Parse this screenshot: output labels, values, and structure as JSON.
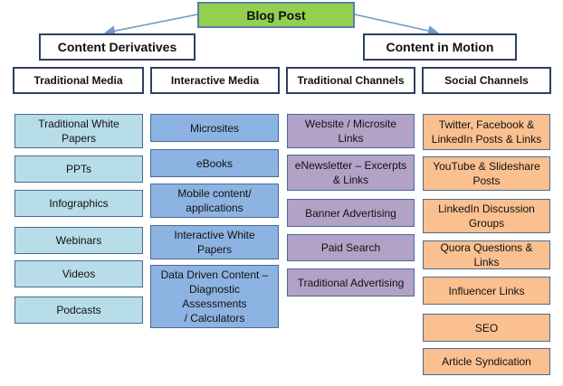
{
  "root": "Blog Post",
  "branches": [
    {
      "label": "Content Derivatives",
      "columns": [
        {
          "label": "Traditional   Media",
          "items": [
            "Traditional White\nPapers",
            "PPTs",
            "Infographics",
            "Webinars",
            "Videos",
            "Podcasts"
          ]
        },
        {
          "label": "Interactive Media",
          "items": [
            "Microsites",
            "eBooks",
            "Mobile content/\napplications",
            "Interactive White\nPapers",
            "Data Driven Content –\nDiagnostic\nAssessments\n/ Calculators"
          ]
        }
      ]
    },
    {
      "label": "Content in Motion",
      "columns": [
        {
          "label": "Traditional Channels",
          "items": [
            "Website / Microsite\nLinks",
            "eNewsletter  – Excerpts\n& Links",
            "Banner Advertising",
            "Paid Search",
            "Traditional Advertising"
          ]
        },
        {
          "label": "Social  Channels",
          "items": [
            "Twitter, Facebook &\nLinkedIn Posts & Links",
            "YouTube & Slideshare\nPosts",
            "LinkedIn Discussion\nGroups",
            "Quora Questions &\nLinks",
            "Influencer Links",
            "SEO",
            "Article Syndication"
          ]
        }
      ]
    }
  ],
  "colors": {
    "root_fill": "#92d050",
    "traditional_media": "#b7dde8",
    "interactive_media": "#8db3e2",
    "traditional_channels": "#b3a2c7",
    "social_channels": "#fac090",
    "arrow": "#6f9bc6"
  }
}
